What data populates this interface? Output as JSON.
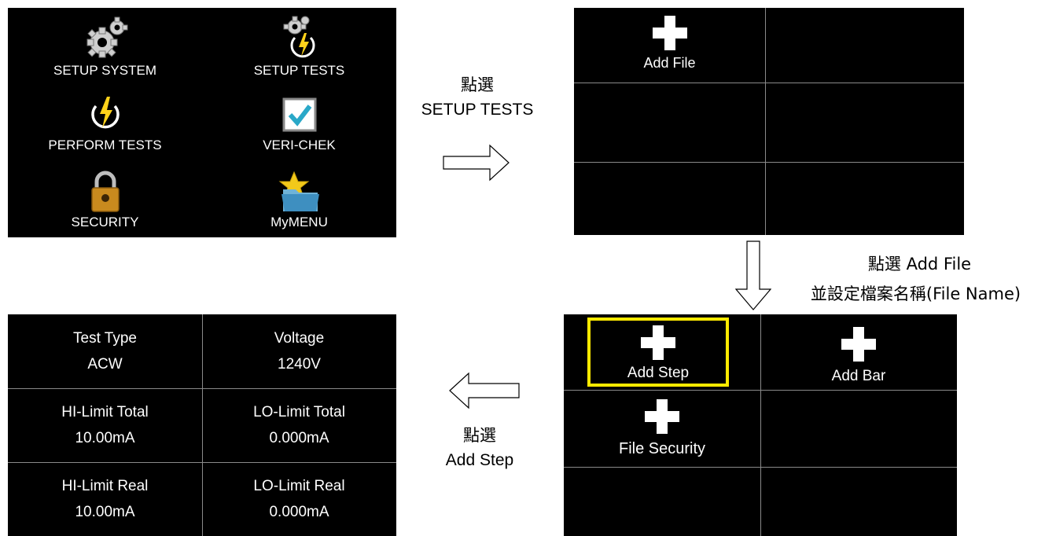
{
  "main_menu": {
    "items": [
      {
        "label": "SETUP SYSTEM",
        "icon": "gears-icon"
      },
      {
        "label": "SETUP TESTS",
        "icon": "gear-power-icon"
      },
      {
        "label": "PERFORM TESTS",
        "icon": "power-bolt-icon"
      },
      {
        "label": "VERI-CHEK",
        "icon": "checkbox-icon"
      },
      {
        "label": "SECURITY",
        "icon": "padlock-icon"
      },
      {
        "label": "MyMENU",
        "icon": "star-folder-icon"
      }
    ]
  },
  "file_screen": {
    "add_file_label": "Add File"
  },
  "step_screen": {
    "add_step_label": "Add Step",
    "add_bar_label": "Add Bar",
    "file_security_label": "File Security",
    "highlight_color": "#ffea00"
  },
  "params_screen": {
    "cells": [
      {
        "label": "Test Type",
        "value": "ACW"
      },
      {
        "label": "Voltage",
        "value": "1240V"
      },
      {
        "label": "HI-Limit Total",
        "value": "10.00mA"
      },
      {
        "label": "LO-Limit Total",
        "value": "0.000mA"
      },
      {
        "label": "HI-Limit Real",
        "value": "10.00mA"
      },
      {
        "label": "LO-Limit Real",
        "value": "0.000mA"
      }
    ]
  },
  "annotations": {
    "step1_line1": "點選",
    "step1_line2": "SETUP TESTS",
    "step2_line1": "點選  Add File",
    "step2_line2": "並設定檔案名稱(File Name)",
    "step3_line1": "點選",
    "step3_line2": "Add Step"
  }
}
